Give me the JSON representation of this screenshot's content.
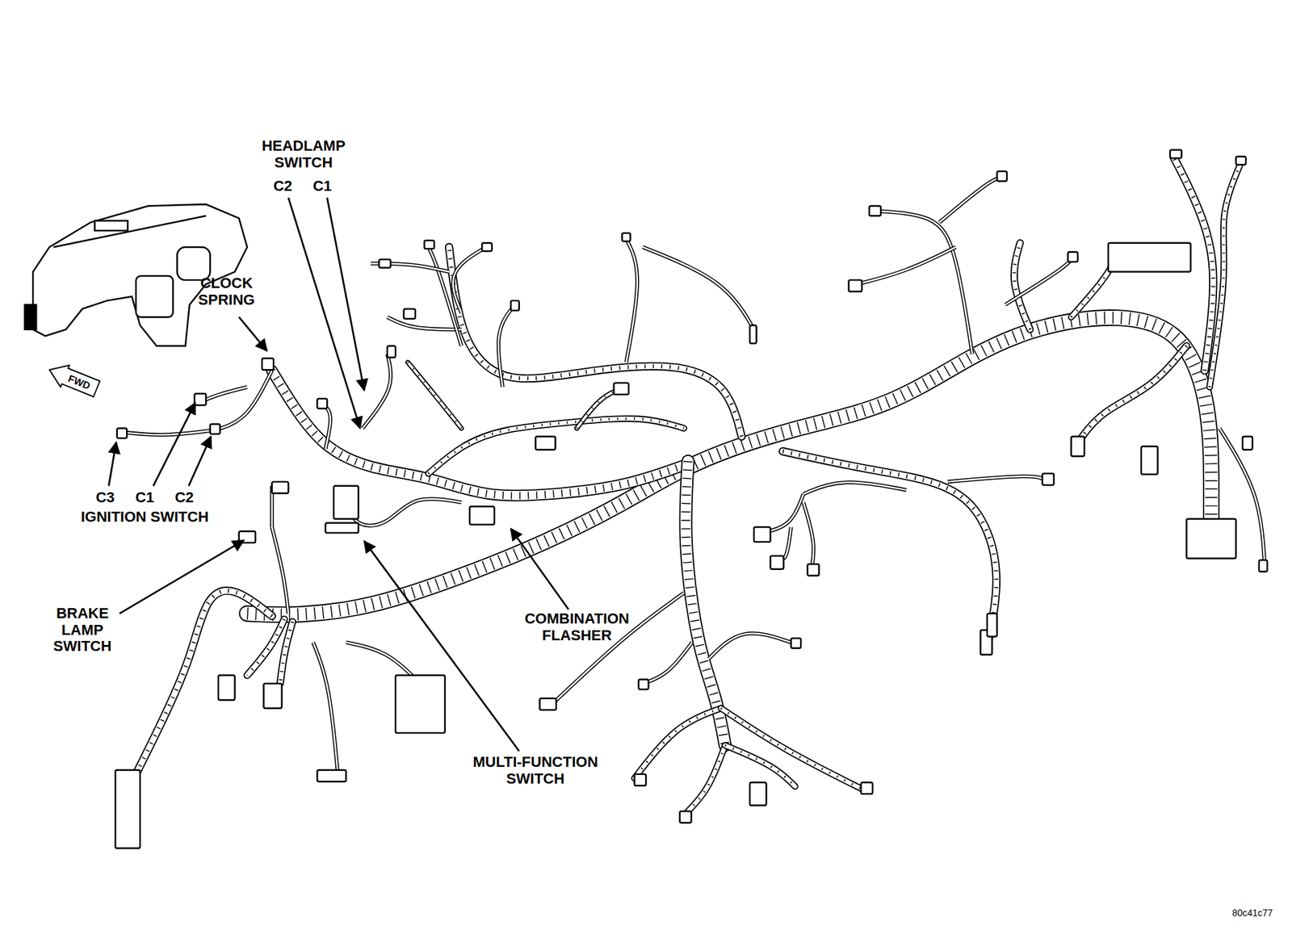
{
  "diagram": {
    "nodes": [
      {
        "text": [
          "FWD"
        ]
      }
    ],
    "labels": [
      "HEADLAMP SWITCH",
      "C2",
      "C1",
      "CLOCK SPRING",
      "C3",
      "C1",
      "C2",
      "IGNITION SWITCH",
      "BRAKE LAMP SWITCH",
      "COMBINATION FLASHER",
      "MULTI-FUNCTION SWITCH",
      "80c41c77"
    ]
  }
}
